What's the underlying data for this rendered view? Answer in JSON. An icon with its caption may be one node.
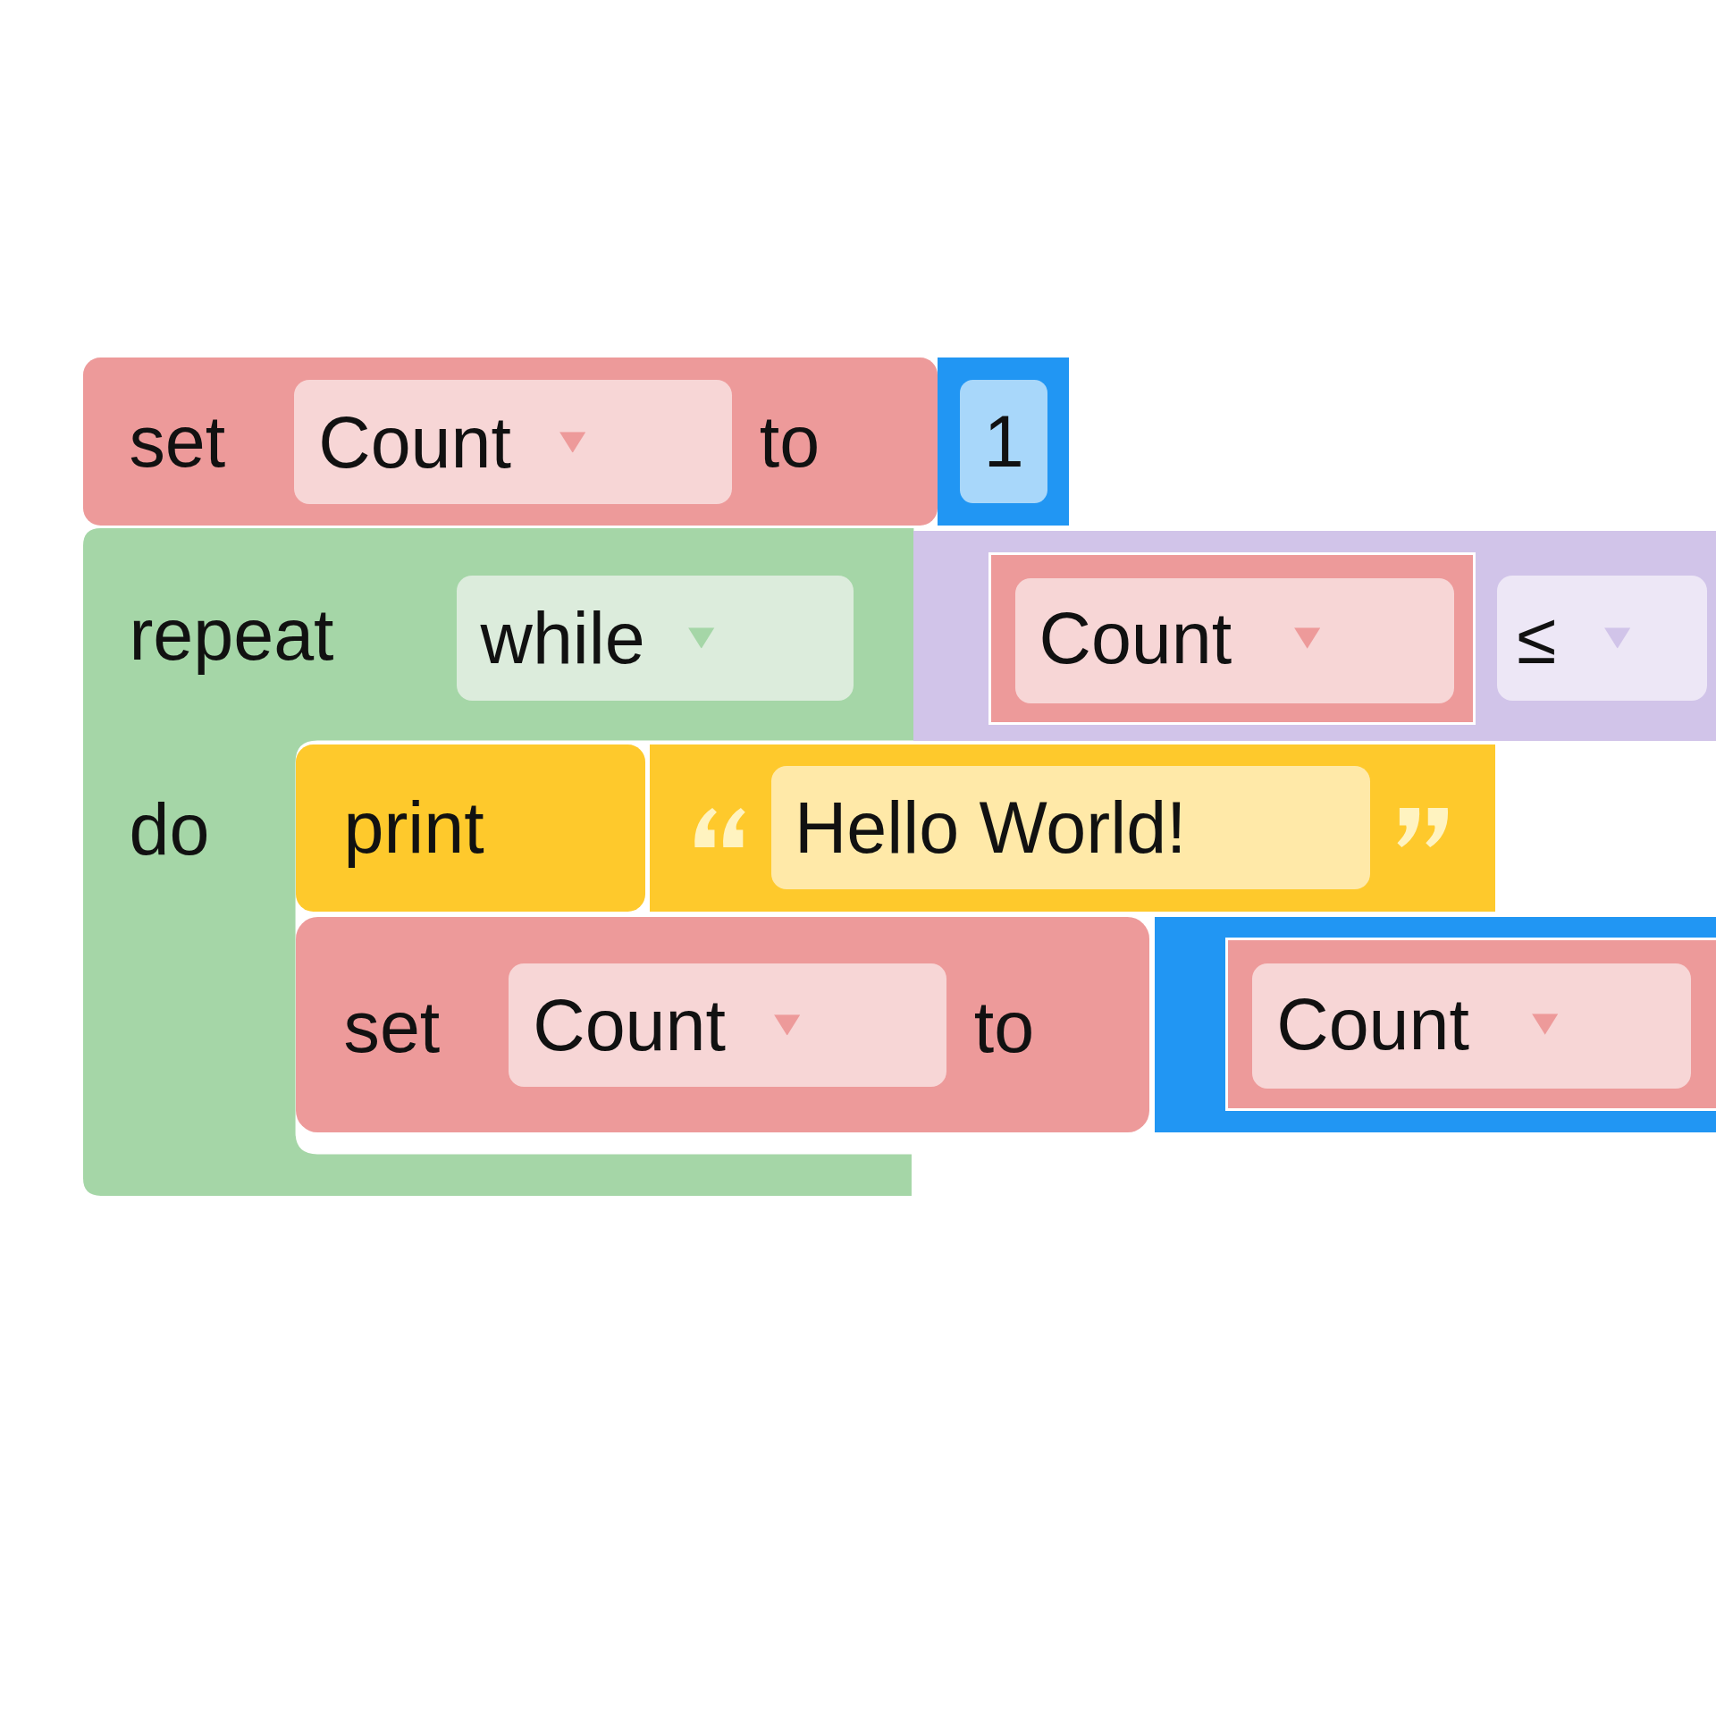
{
  "diagram": {
    "nodes": [
      {
        "text": [
          "set",
          "to"
        ]
      },
      {
        "text": [
          "Count"
        ],
        "in": 0
      },
      {
        "text": [
          "1"
        ]
      },
      {
        "text": [
          "repeat",
          "do"
        ]
      },
      {
        "text": [
          "while"
        ],
        "in": 3
      },
      {
        "text": [],
        "shape": "box"
      },
      {
        "text": [
          "Count"
        ],
        "in": 5
      },
      {
        "text": [
          "≤"
        ],
        "in": 5
      },
      {
        "text": [
          "print"
        ]
      },
      {
        "text": [
          "Hello World!"
        ]
      },
      {
        "text": [
          "set",
          "to"
        ]
      },
      {
        "text": [
          "Count"
        ],
        "in": 10
      },
      {
        "text": [],
        "shape": "box"
      },
      {
        "text": [
          "Count"
        ],
        "in": 12
      }
    ]
  }
}
